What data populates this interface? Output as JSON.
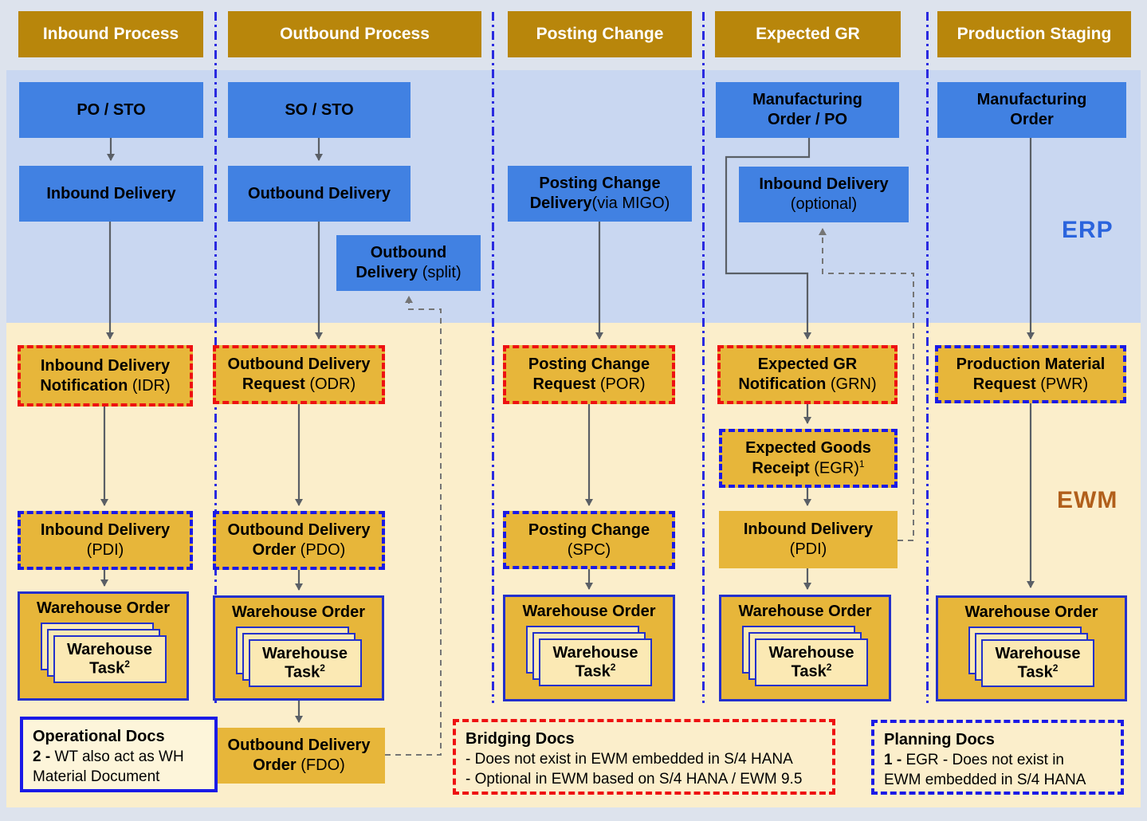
{
  "headers": [
    "Inbound Process",
    "Outbound Process",
    "Posting Change",
    "Expected GR",
    "Production Staging"
  ],
  "zones": {
    "erp": "ERP",
    "ewm": "EWM"
  },
  "nodes": {
    "po_sto": {
      "title": "PO / STO"
    },
    "inbound_delivery": {
      "title": "Inbound Delivery"
    },
    "idr": {
      "title": "Inbound Delivery Notification",
      "suffix": " (IDR)"
    },
    "pdi1": {
      "title": "Inbound Delivery",
      "suffix": "(PDI)"
    },
    "so_sto": {
      "title": "SO / STO"
    },
    "outbound_delivery": {
      "title": "Outbound Delivery"
    },
    "split": {
      "title": "Outbound Delivery",
      "suffix": " (split)"
    },
    "odr": {
      "title": "Outbound Delivery Request",
      "suffix": " (ODR)"
    },
    "pdo": {
      "title": "Outbound Delivery Order",
      "suffix": " (PDO)"
    },
    "fdo": {
      "title": "Outbound Delivery Order",
      "suffix": " (FDO)"
    },
    "pc_delivery": {
      "title": "Posting Change Delivery",
      "suffix": "(via MIGO)"
    },
    "por": {
      "title": "Posting Change Request",
      "suffix": " (POR)"
    },
    "spc": {
      "title": "Posting Change",
      "suffix": "(SPC)"
    },
    "mfg_po": {
      "title": "Manufacturing Order / PO"
    },
    "optional_id": {
      "title": "Inbound Delivery",
      "suffix": "(optional)"
    },
    "grn": {
      "title": "Expected GR Notification",
      "suffix": " (GRN)"
    },
    "egr": {
      "title": "Expected Goods Receipt",
      "suffix": " (EGR)",
      "sup": "1"
    },
    "pdi4": {
      "title": "Inbound Delivery",
      "suffix": "(PDI)"
    },
    "mfg": {
      "title": "Manufacturing Order"
    },
    "pwr": {
      "title": "Production Material Request",
      "suffix": " (PWR)"
    }
  },
  "warehouse_order": {
    "title": "Warehouse Order",
    "task_title": "Warehouse Task",
    "task_sup": "2"
  },
  "legends": {
    "operational": {
      "title": "Operational Docs",
      "note_bold": "2 -",
      "note": " WT also act as WH Material Document"
    },
    "bridging": {
      "title": "Bridging Docs",
      "line1": "- Does not exist in EWM embedded  in S/4 HANA",
      "line2": "- Optional in EWM based on S/4 HANA / EWM 9.5"
    },
    "planning": {
      "title": "Planning  Docs",
      "note_bold": "1 -",
      "note_line1": " EGR - Does not exist in",
      "note_line2": "EWM embedded  in S/4 HANA"
    }
  },
  "colors": {
    "header_bg": "#b8860b",
    "erp_band": "#c9d7f1",
    "ewm_band": "#fbeecb",
    "erp_box": "#4181e2",
    "ewm_box": "#e7b63a",
    "task_card": "#fbe9b4",
    "red_dashed": "#ee1111",
    "blue_dashed": "#1a1ae6",
    "wo_border": "#2330cc",
    "arrow": "#5a5f66",
    "erp_label": "#2b64dd",
    "ewm_label": "#b15f1b"
  }
}
